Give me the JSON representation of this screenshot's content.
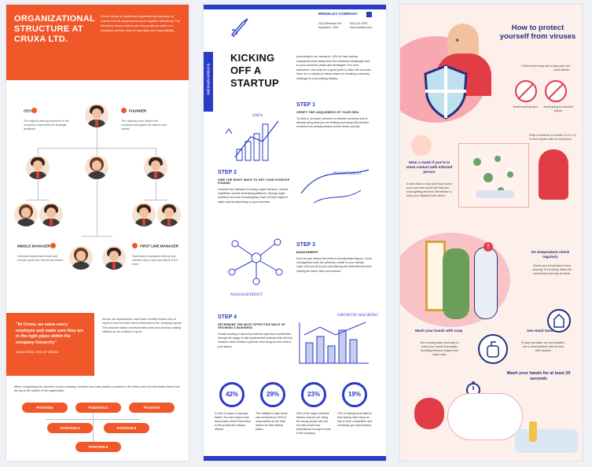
{
  "card1": {
    "title": "ORGANIZATIONAL STRUCTURE AT CRUXA LTD.",
    "intro": "Cruxa follows a traditional organizational structure to ensure that all departments work together effectively. The hierarchy below outlines the key positions within our company and the lines of reporting and responsibility.",
    "roles": [
      {
        "title": "CEO",
        "desc": "The highest-ranking executive in the company, responsible for strategic decisions."
      },
      {
        "title": "FOUNDER",
        "desc": "The visionary who started the company and guides its mission and values."
      },
      {
        "title": "MIDDLE MANAGER",
        "desc": "Oversees department leads and ensures goals are met across teams."
      },
      {
        "title": "FIRST LINE MANAGER",
        "desc": "Supervises employees directly and handles day-to-day operations of the team."
      }
    ],
    "quote": "\"At Cruxa, we value every employee and make sure they are in the right place within the company hierarchy\"",
    "quote_author": "ADAM CRUZ, CEO OF CRUXA",
    "quote_text": "Across our departments, each team member knows who to report to and how their work contributes to the company's goals. This structure keeps communication clear and decision-making efficient as we continue to grow.",
    "footer": "When reorganizing the structure of your company, consider how each position connects to the others and how information flows from the top to the bottom of the organization.",
    "positions": [
      "POSITION",
      "POSITION 2",
      "POSITION",
      "POSITION 4",
      "POSITION 5",
      "POSITION 6"
    ]
  },
  "card2": {
    "side_label": "INFOGRAPHICS",
    "company": "BRINKLEY COMPANY",
    "address": [
      "2313 Bramson Rd",
      "Anywhere, USA"
    ],
    "phone": [
      "544-223-1875",
      "www.brinkley.com"
    ],
    "title": "KICKING OFF A STARTUP",
    "intro": "According to our research, 42% of new startup companies fade away from the business landscape due to poor business plans and strategies. For new marketers, this may be a good point to take into account. Here are a simple-to-follow steps for creating a winning strategy for a promising startup.",
    "steps": [
      {
        "head": "STEP 1",
        "sub": "VERIFY THE UNIQUENESS OF YOUR IDEA",
        "desc": "To verify it, do some research on whether someone else is already doing what you are thinking and along with whether someone has already worked on this before and fail."
      },
      {
        "head": "STEP 2",
        "sub": "HIRE THE RIGHT WAYS TO GET YOUR STARTUP FUNDED",
        "desc": "Consider the methods of funding: angel investors, venture capitalists, outside fundraising platforms, through angel investors and even bootstrapping. Each of these might be viable options depending on your business."
      },
      {
        "head": "STEP 3",
        "sub": "MANAGEMENT",
        "desc": "Don't let your startup fall victim to miscalculated figures. Good management units are presently crucial for your startup. Layer off if you all of your own filtering and dedicated services starting the same vision and mission."
      },
      {
        "head": "STEP 4",
        "sub": "DETERMINE THE MOST EFFECTIVE WAYS OF GROWING A BUSINESS",
        "desc": "Growth hacking is about the methods way that is achievable through the usage of well-implemented methods that will help measure what is likely to give the most bang for even bulk in your spend."
      }
    ],
    "handwriting": [
      "IDEA",
      "INVESTMENT",
      "MANAGEMENT",
      "GROWTH HACKING"
    ],
    "stats": [
      {
        "value": "42%",
        "desc": "In 42% of cases of startups failure, the main reason was that people weren't interested in the product the startup offered."
      },
      {
        "value": "29%",
        "desc": "The inability to raise funds was mentioned in 29% of respondents as the main reason for their startup failure."
      },
      {
        "value": "23%",
        "desc": "23% of the major industrial failures reasons are hiring the wrong people who are not well-versed and professional enough to work in the company."
      },
      {
        "value": "19%",
        "desc": "19% of startups that failed in their startup didn't keep an eye on their competitors and eventually got outcompeted."
      }
    ]
  },
  "card3": {
    "title": "How to protect yourself from viruses",
    "intro": "Follow these easy tips to stay safe and avoid illness.",
    "tips": [
      {
        "label": "Avoid touching face",
        "desc": ""
      },
      {
        "label": "Avoid going to crowded places",
        "desc": ""
      }
    ],
    "mask_head": "Wear a mask if you're in close contact with infected person",
    "mask_desc": "A face mask or any cloth that covers your nose and mouth will help you avoid getting infected. Remember to keep your distance from others.",
    "mask_side": "Keep a distance of at least 1 m to 1.5 m from anyone with flu symptoms.",
    "temp_head": "Do temperature check regularly",
    "temp_desc": "Check your temperature every morning. If it is rising, follow the instructions and stay at home.",
    "wash_head": "Wash your hands with soap",
    "wash_desc": "Use running water and soap to wash your hands thoroughly, including between fingers and under nails.",
    "san_head": "Use Hand Sanitizer",
    "san_desc": "If soap and water are not available, use a hand sanitizer with at least 60% alcohol.",
    "seconds_head": "Wash your hands for at least 20 seconds",
    "colors": {
      "accent": "#26307e",
      "pink": "#f7a8b0",
      "red": "#e23c46"
    }
  }
}
